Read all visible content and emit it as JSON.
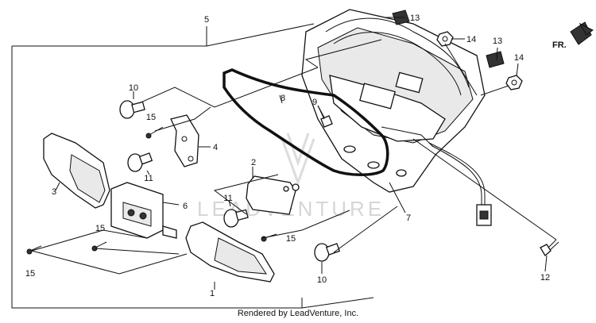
{
  "callouts": {
    "c1": "1",
    "c2": "2",
    "c3": "3",
    "c4": "4",
    "c5": "5",
    "c6": "6",
    "c7": "7",
    "c8": "8",
    "c9": "9",
    "c10a": "10",
    "c10b": "10",
    "c11a": "11",
    "c11b": "11",
    "c12": "12",
    "c13a": "13",
    "c13b": "13",
    "c14a": "14",
    "c14b": "14",
    "c15a": "15",
    "c15b": "15",
    "c15c": "15",
    "c15d": "15"
  },
  "direction_label": "FR.",
  "watermark": "LEADVENTURE",
  "footer": "Rendered by LeadVenture, Inc."
}
